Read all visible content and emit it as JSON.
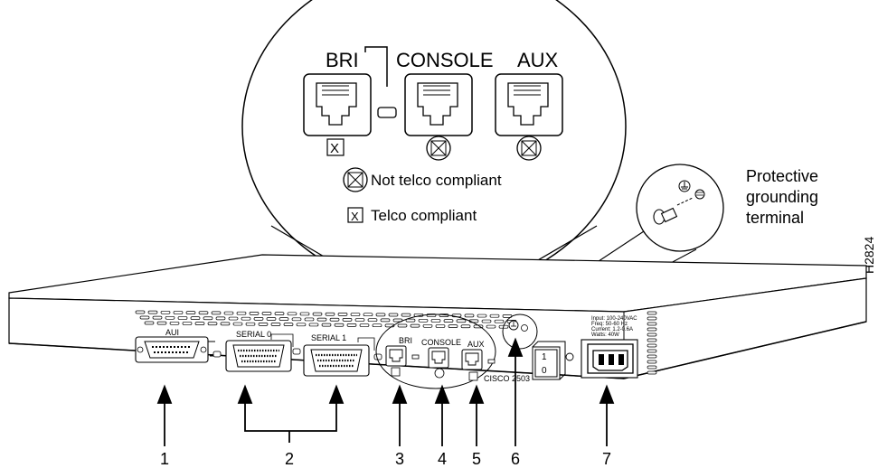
{
  "magnifier": {
    "port_labels": {
      "bri": "BRI",
      "console": "CONSOLE",
      "aux": "AUX"
    },
    "legend": {
      "not_telco": "Not telco compliant",
      "telco": "Telco compliant"
    }
  },
  "grounding_callout": {
    "line1": "Protective",
    "line2": "grounding",
    "line3": "terminal"
  },
  "figure_id": "H2824",
  "chassis": {
    "aui": "AUI",
    "serial0": "SERIAL 0",
    "serial1": "SERIAL 1",
    "bri": "BRI",
    "console": "CONSOLE",
    "aux": "AUX",
    "model": "CISCO 2503",
    "switch_on": "1",
    "switch_off": "0",
    "power_info": [
      "Input: 100-240VAC",
      "Freq: 50-60 Hz",
      "Current: 1.2-0.6A",
      "Watts: 40W"
    ]
  },
  "callout_numbers": [
    "1",
    "2",
    "3",
    "4",
    "5",
    "6",
    "7"
  ]
}
